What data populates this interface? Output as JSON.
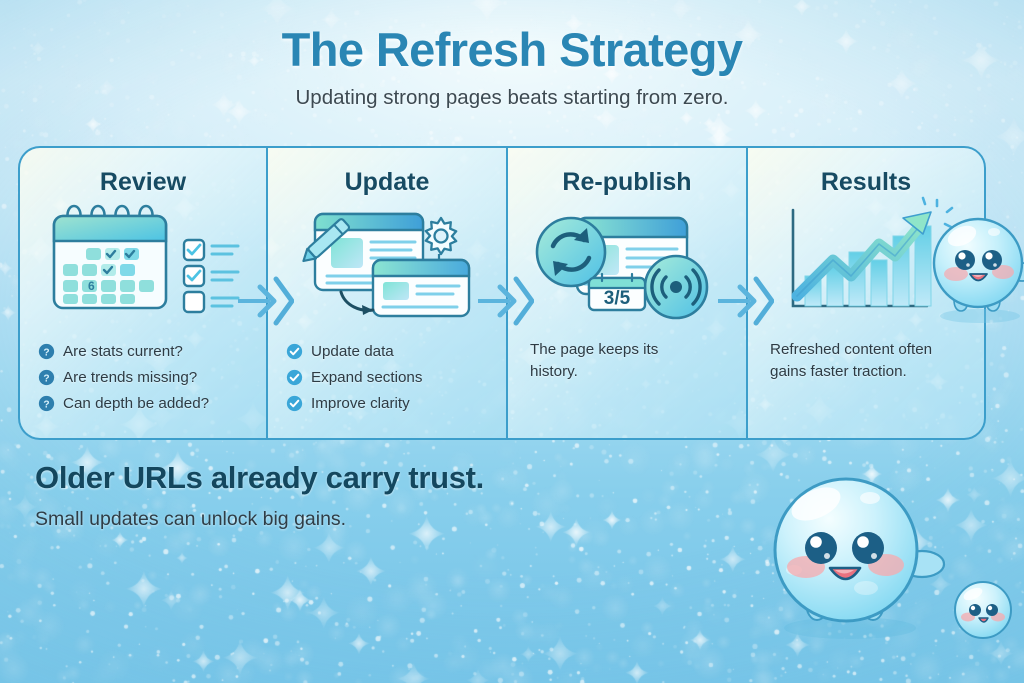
{
  "header": {
    "title": "The Refresh Strategy",
    "subtitle": "Updating strong pages beats starting from zero."
  },
  "colors": {
    "title": "#2a86b4",
    "panel_heading": "#174b63",
    "panel_border": "#3c9ecb",
    "body_text": "#2d3b44",
    "footer_heading": "#14475e",
    "accent_check": "#3aa6d8",
    "accent_question": "#2e7fae",
    "background_top": "#d6eef9",
    "background_bottom": "#76c5e9"
  },
  "panels": [
    {
      "id": "review",
      "title": "Review",
      "icon": "calendar-checklist-icon",
      "calendar_day": "6",
      "bullets": [
        {
          "icon": "question-circle-icon",
          "text": "Are stats current?"
        },
        {
          "icon": "question-circle-icon",
          "text": "Are trends missing?"
        },
        {
          "icon": "question-circle-icon",
          "text": "Can depth be added?"
        }
      ]
    },
    {
      "id": "update",
      "title": "Update",
      "icon": "document-pencil-gear-icon",
      "bullets": [
        {
          "icon": "check-circle-icon",
          "text": "Update data"
        },
        {
          "icon": "check-circle-icon",
          "text": "Expand sections"
        },
        {
          "icon": "check-circle-icon",
          "text": "Improve clarity"
        }
      ]
    },
    {
      "id": "republish",
      "title": "Re-publish",
      "icon": "refresh-broadcast-icon",
      "date_badge": "3/5",
      "note": "The page keeps its history."
    },
    {
      "id": "results",
      "title": "Results",
      "icon": "growth-chart-arrow-icon",
      "note": "Refreshed content often gains faster traction.",
      "mascot": "blob-mascot-icon"
    }
  ],
  "connectors": [
    {
      "name": "arrow-review-to-update"
    },
    {
      "name": "arrow-update-to-republish"
    },
    {
      "name": "arrow-republish-to-results"
    }
  ],
  "footer": {
    "heading": "Older URLs already carry trust.",
    "subheading": "Small updates can unlock big gains."
  },
  "mascots": [
    {
      "name": "blob-mascot-large",
      "size": 148
    },
    {
      "name": "blob-mascot-small",
      "size": 58
    }
  ]
}
